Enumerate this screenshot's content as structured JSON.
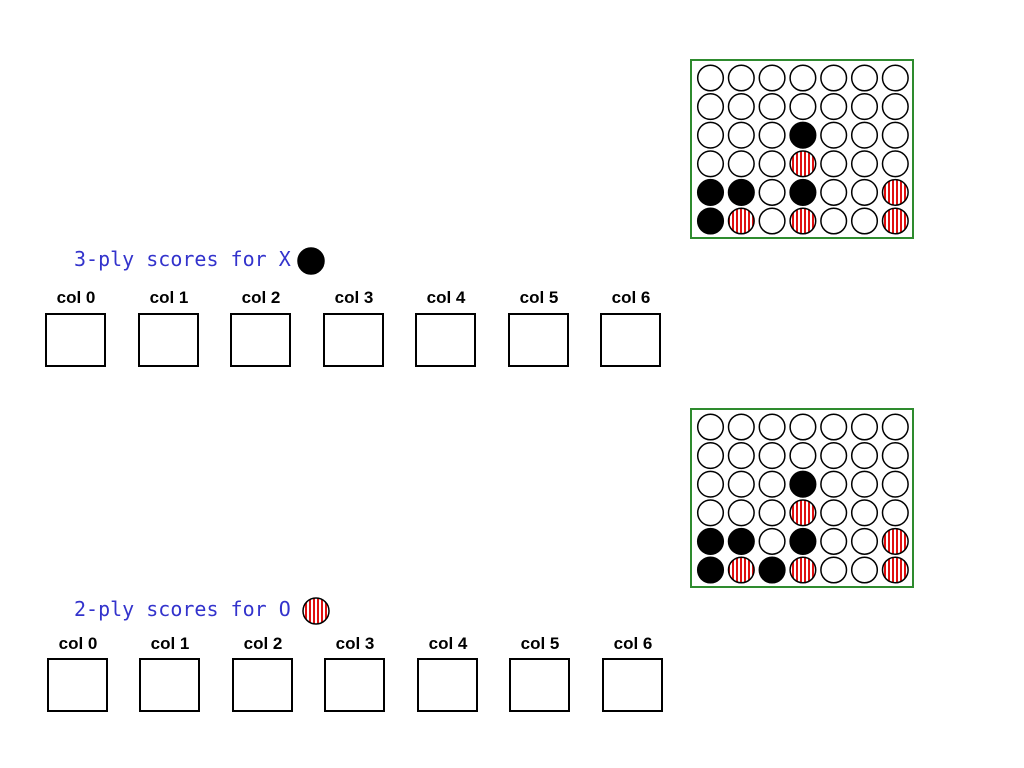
{
  "colors": {
    "board_border": "#2e8b2e",
    "heading_text": "#3333cc",
    "piece_x": "#000000",
    "piece_o_stripe": "#e01010",
    "empty_cell": "#ffffff"
  },
  "sections": [
    {
      "heading": "3-ply scores for X",
      "player_piece": "X",
      "piece_icon": "black-disc-icon",
      "board": [
        [
          "",
          "",
          "",
          "",
          "",
          "",
          ""
        ],
        [
          "",
          "",
          "",
          "",
          "",
          "",
          ""
        ],
        [
          "",
          "",
          "",
          "X",
          "",
          "",
          ""
        ],
        [
          "",
          "",
          "",
          "O",
          "",
          "",
          ""
        ],
        [
          "X",
          "X",
          "",
          "X",
          "",
          "",
          "O"
        ],
        [
          "X",
          "O",
          "",
          "O",
          "",
          "",
          "O"
        ]
      ],
      "columns": [
        {
          "label": "col 0",
          "score": ""
        },
        {
          "label": "col 1",
          "score": ""
        },
        {
          "label": "col 2",
          "score": ""
        },
        {
          "label": "col 3",
          "score": ""
        },
        {
          "label": "col 4",
          "score": ""
        },
        {
          "label": "col 5",
          "score": ""
        },
        {
          "label": "col 6",
          "score": ""
        }
      ]
    },
    {
      "heading": "2-ply scores for O",
      "player_piece": "O",
      "piece_icon": "red-striped-disc-icon",
      "board": [
        [
          "",
          "",
          "",
          "",
          "",
          "",
          ""
        ],
        [
          "",
          "",
          "",
          "",
          "",
          "",
          ""
        ],
        [
          "",
          "",
          "",
          "X",
          "",
          "",
          ""
        ],
        [
          "",
          "",
          "",
          "O",
          "",
          "",
          ""
        ],
        [
          "X",
          "X",
          "",
          "X",
          "",
          "",
          "O"
        ],
        [
          "X",
          "O",
          "X",
          "O",
          "",
          "",
          "O"
        ]
      ],
      "columns": [
        {
          "label": "col 0",
          "score": ""
        },
        {
          "label": "col 1",
          "score": ""
        },
        {
          "label": "col 2",
          "score": ""
        },
        {
          "label": "col 3",
          "score": ""
        },
        {
          "label": "col 4",
          "score": ""
        },
        {
          "label": "col 5",
          "score": ""
        },
        {
          "label": "col 6",
          "score": ""
        }
      ]
    }
  ]
}
